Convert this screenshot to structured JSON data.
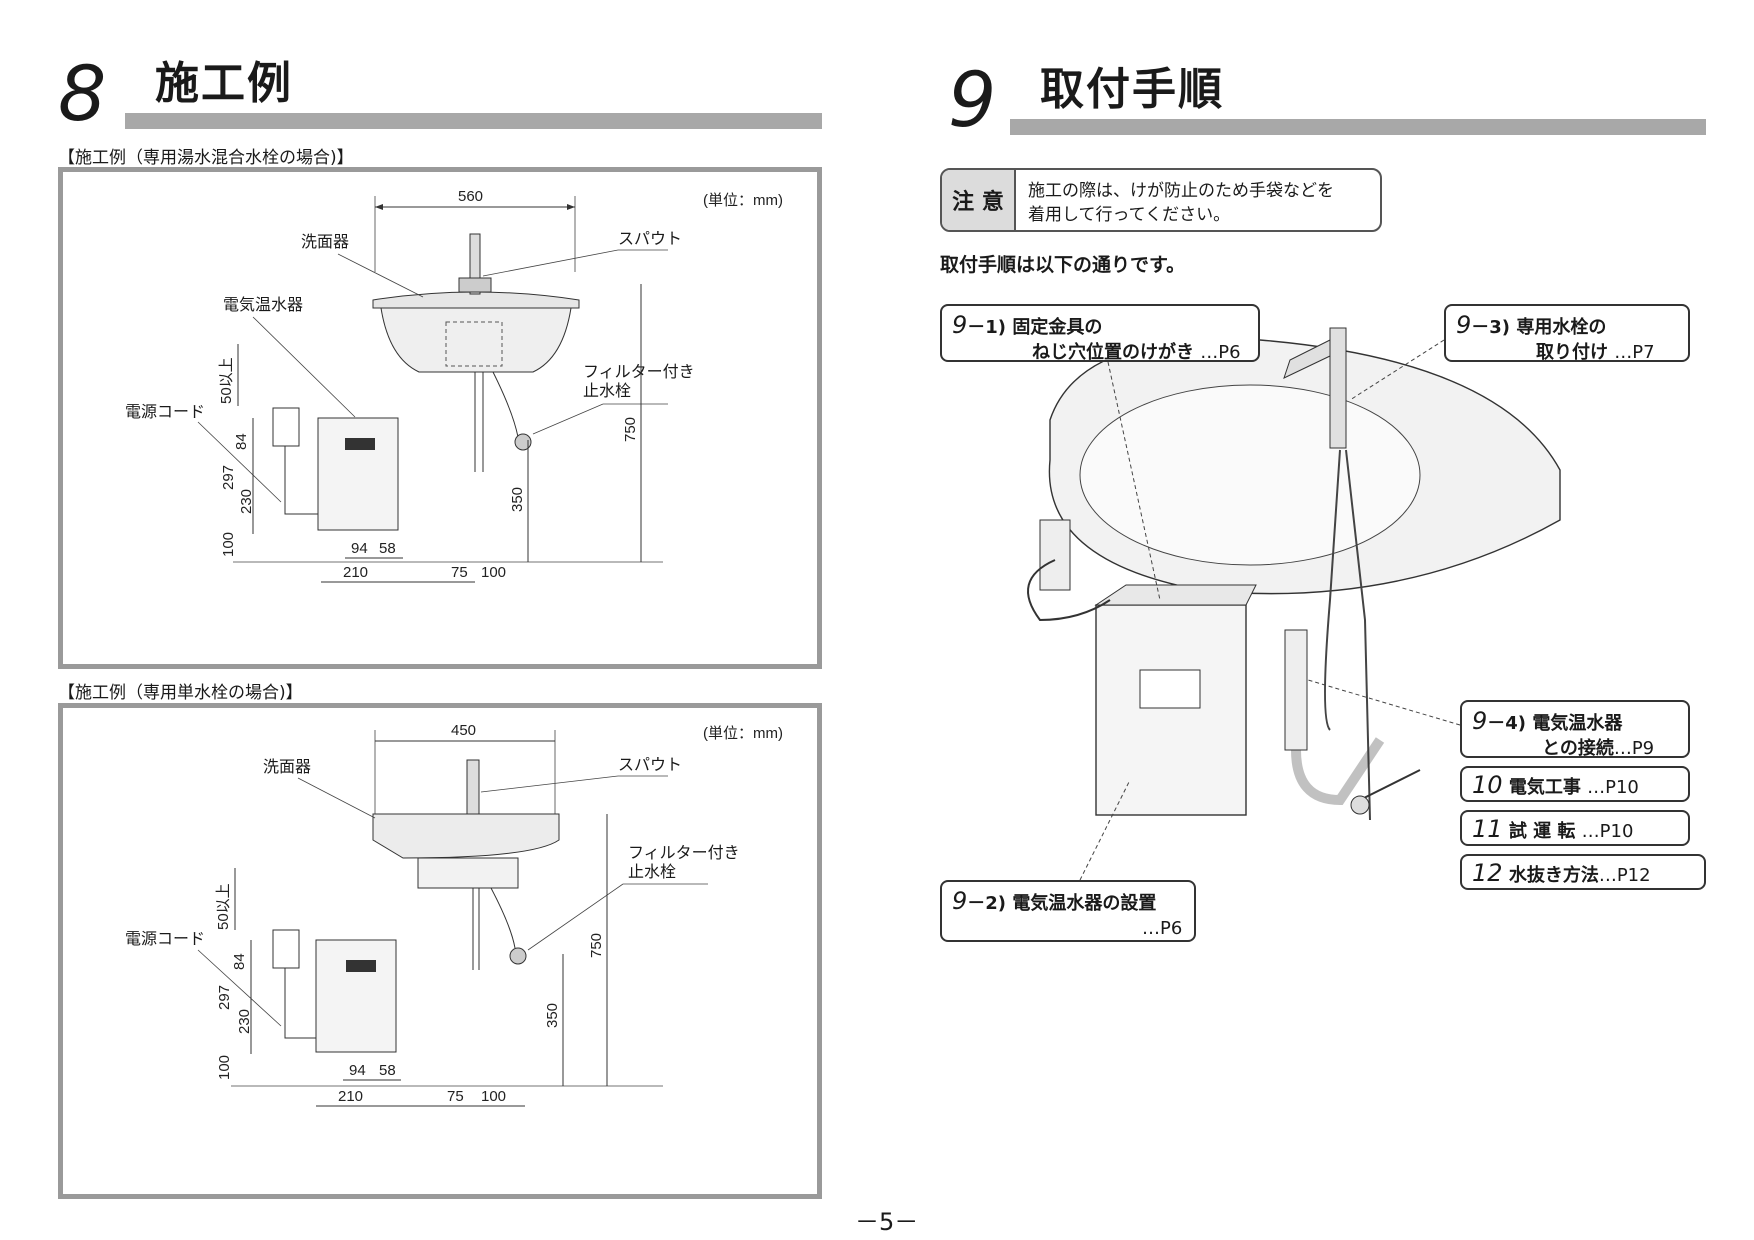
{
  "left": {
    "section_number": "8",
    "section_title": "施工例",
    "fig1": {
      "caption": "【施工例（専用湯水混合水栓の場合)】",
      "unit": "(単位：mm)",
      "labels": {
        "basin": "洗面器",
        "spout": "スパウト",
        "heater": "電気温水器",
        "filter1": "フィルター付き",
        "filter2": "止水栓",
        "cord": "電源コード"
      },
      "dims": {
        "width": "560",
        "gap50": "50以上",
        "h84": "84",
        "h297": "297",
        "h230": "230",
        "h100": "100",
        "w94": "94",
        "w58": "58",
        "w210": "210",
        "w75": "75",
        "w100": "100",
        "h350": "350",
        "h750": "750"
      }
    },
    "fig2": {
      "caption": "【施工例（専用単水栓の場合)】",
      "unit": "(単位：mm)",
      "labels": {
        "basin": "洗面器",
        "spout": "スパウト",
        "filter1": "フィルター付き",
        "filter2": "止水栓",
        "cord": "電源コード"
      },
      "dims": {
        "width": "450",
        "gap50": "50以上",
        "h84": "84",
        "h297": "297",
        "h230": "230",
        "h100": "100",
        "w94": "94",
        "w58": "58",
        "w210": "210",
        "w75": "75",
        "w100": "100",
        "h350": "350",
        "h750": "750"
      }
    }
  },
  "right": {
    "section_number": "9",
    "section_title": "取付手順",
    "caution": {
      "badge": "注 意",
      "line1": "施工の際は、けが防止のため手袋などを",
      "line2": "着用して行ってください。"
    },
    "intro": "取付手順は以下の通りです。",
    "steps": {
      "s1": {
        "num": "9",
        "suffix": "－1)",
        "line1": "固定金具の",
        "line2": "ねじ穴位置のけがき",
        "page": "…P6"
      },
      "s2": {
        "num": "9",
        "suffix": "－2)",
        "line1": "電気温水器の設置",
        "page": "…P6"
      },
      "s3": {
        "num": "9",
        "suffix": "－3)",
        "line1": "専用水栓の",
        "line2": "取り付け",
        "page": "…P7"
      },
      "s4": {
        "num": "9",
        "suffix": "－4)",
        "line1": "電気温水器",
        "line2": "との接続",
        "page": "…P9"
      },
      "s10": {
        "num": "10",
        "text": "電気工事",
        "page": "…P10"
      },
      "s11": {
        "num": "11",
        "text": "試 運 転",
        "page": "…P10"
      },
      "s12": {
        "num": "12",
        "text": "水抜き方法",
        "page": "…P12"
      }
    }
  },
  "footer": {
    "page": "－5－"
  }
}
